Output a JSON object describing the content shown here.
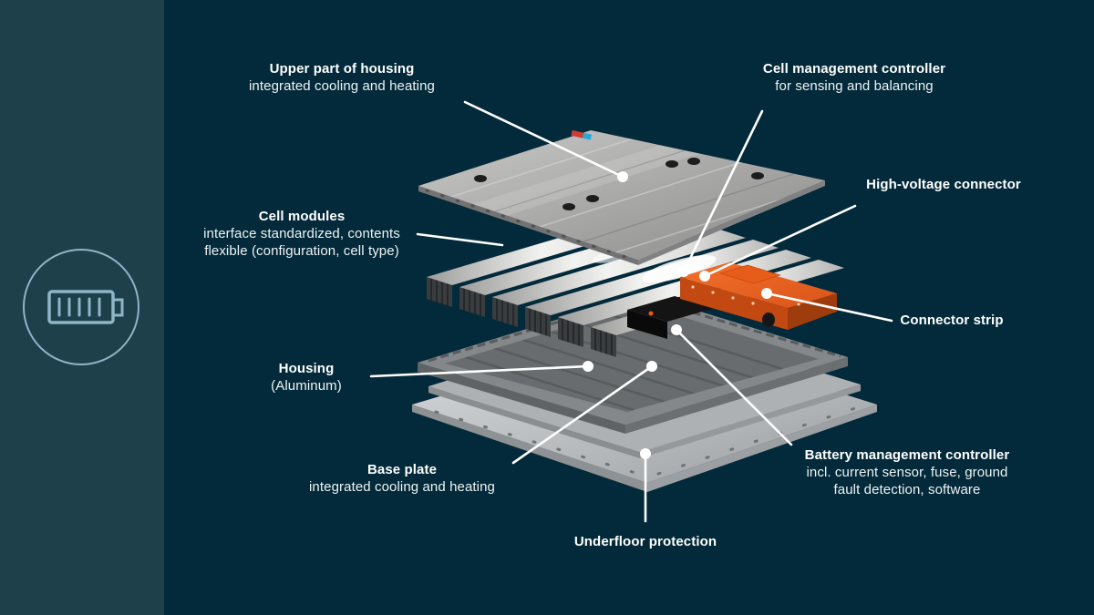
{
  "scene": {
    "background": "#032a3a",
    "sidebar_background": "#1e404b",
    "leader_color": "#ffffff",
    "accent_orange": "#e8561e",
    "icon_color": "#8fb5c8"
  },
  "sidebar": {
    "icon": "battery-icon"
  },
  "labels": {
    "upper_housing": {
      "title": "Upper part of housing",
      "subtitle": "integrated cooling and heating"
    },
    "cell_management": {
      "title": "Cell management controller",
      "subtitle": "for sensing and balancing"
    },
    "high_voltage": {
      "title": "High-voltage connector"
    },
    "cell_modules": {
      "title": "Cell modules",
      "subtitle": "interface standardized, contents flexible (configuration, cell type)"
    },
    "connector_strip": {
      "title": "Connector strip"
    },
    "housing": {
      "title": "Housing",
      "subtitle": "(Aluminum)"
    },
    "battery_management": {
      "title": "Battery management controller",
      "subtitle": "incl. current sensor, fuse, ground fault detection, software"
    },
    "base_plate": {
      "title": "Base plate",
      "subtitle": "integrated cooling and heating"
    },
    "underfloor": {
      "title": "Underfloor protection"
    }
  }
}
